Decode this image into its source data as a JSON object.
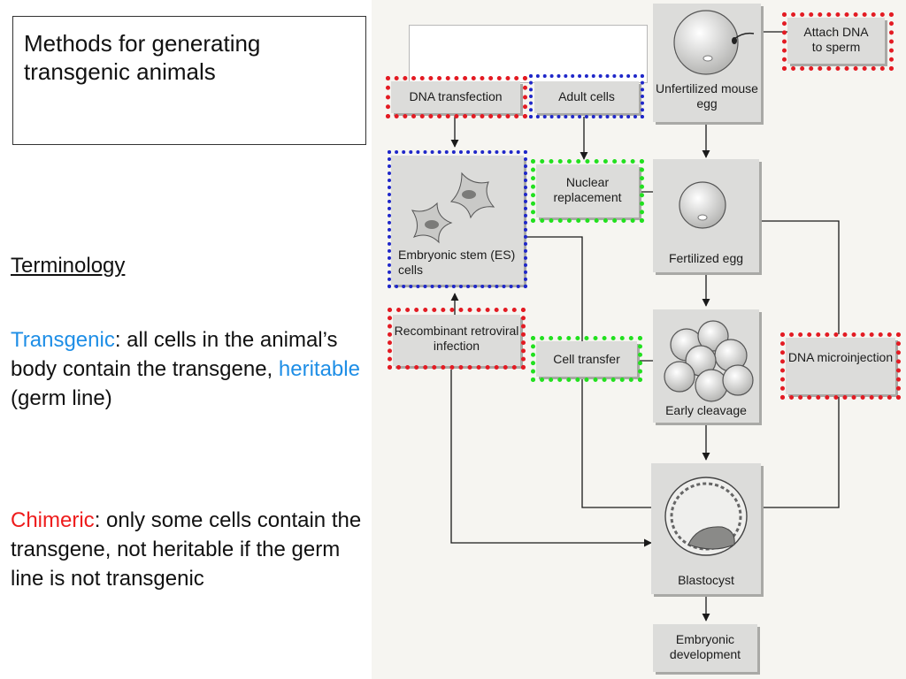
{
  "slide": {
    "title": "Methods for generating transgenic animals",
    "terminology_heading": "Terminology",
    "transgenic": {
      "term": "Transgenic",
      "definition": ": all cells in the animal’s body contain the transgene, ",
      "heritable_word": "heritable",
      "definition_end": " (germ line)"
    },
    "chimeric": {
      "term": "Chimeric",
      "definition": ": only some cells contain the transgene, not heritable if the germ line is not transgenic"
    }
  },
  "diagram": {
    "boxes": {
      "attach_dna": "Attach DNA to sperm",
      "dna_transfection": "DNA transfection",
      "adult_cells": "Adult cells",
      "unfertilized_egg": "Unfertilized mouse egg",
      "nuclear_replacement": "Nuclear replacement",
      "es_cells": "Embryonic stem (ES) cells",
      "fertilized_egg": "Fertilized egg",
      "recombinant_retroviral": "Recombinant retroviral infection",
      "cell_transfer": "Cell transfer",
      "early_cleavage": "Early cleavage",
      "dna_microinjection": "DNA microinjection",
      "blastocyst": "Blastocyst",
      "embryonic_development": "Embryonic development"
    },
    "highlight_colors": {
      "red": "#e31b23",
      "blue": "#1f27c9",
      "green": "#22e01f"
    }
  }
}
